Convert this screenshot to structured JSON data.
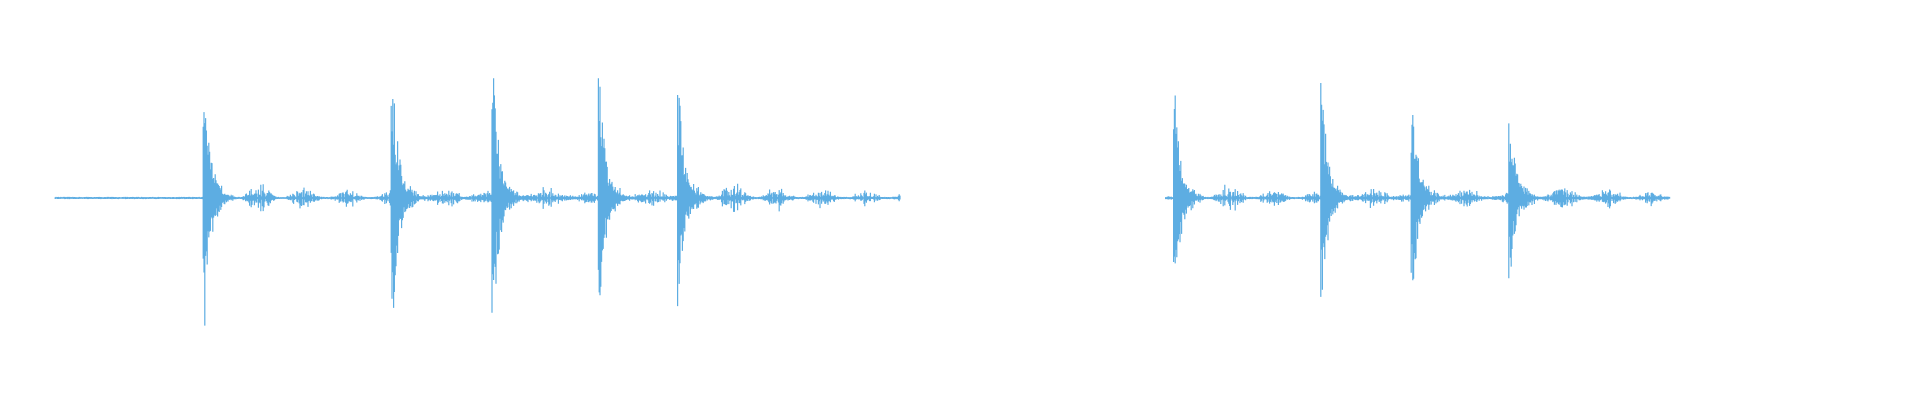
{
  "waveform": {
    "type": "audio-waveform",
    "color": "#5DADE2",
    "background": "#FFFFFF",
    "segments": 2,
    "transients_per_segment": [
      5,
      4
    ]
  }
}
